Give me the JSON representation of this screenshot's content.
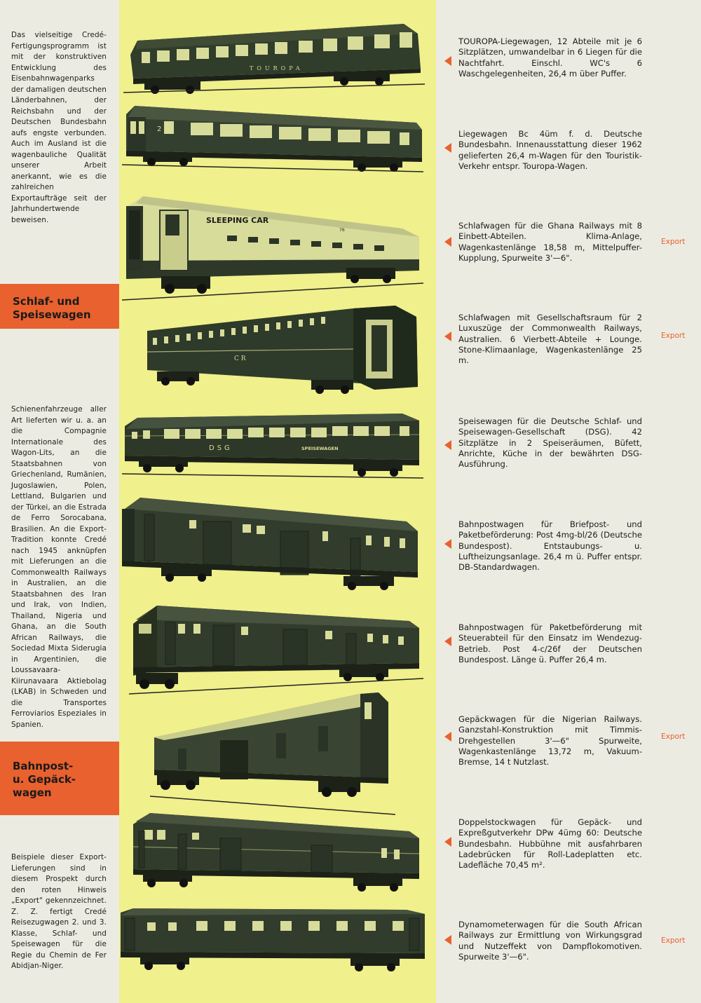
{
  "intro_text": "Das vielseitige Credé-Fertigungsprogramm ist mit der konstruktiven Entwicklung des Eisenbahnwagenparks der damaligen deutschen Länderbahnen, der Reichsbahn und der Deutschen Bundesbahn aufs engste verbunden. Auch im Ausland ist die wagenbauliche Qualität unserer Arbeit anerkannt, wie es die zahlreichen Exportaufträge seit der Jahrhundertwende beweisen.",
  "section1": {
    "line1": "Schlaf- und",
    "line2": "Speisewagen"
  },
  "clients_text": "Schienenfahrzeuge aller Art lieferten wir u. a. an die Compagnie Internationale des Wagon-Lits, an die Staatsbahnen von Griechenland, Rumänien, Jugoslawien, Polen, Lettland, Bulgarien und der Türkei, an die Estrada de Ferro Sorocabana, Brasilien. An die Export-Tradition konnte Credé nach 1945 anknüpfen mit Lieferungen an die Commonwealth Railways in Australien, an die Staatsbahnen des Iran und Irak, von Indien, Thailand, Nigeria und Ghana, an die South African Railways, die Sociedad Mixta Siderugia in Argentinien, die Loussavaara-Kiirunavaara Aktiebolag (LKAB) in Schweden und die Transportes Ferroviarios Espeziales in Spanien.",
  "section2": {
    "line1": "Bahnpost-",
    "line2": "u. Gepäck-",
    "line3": "wagen"
  },
  "examples_text": "Beispiele dieser Export-Lieferungen sind in diesem Prospekt durch den roten Hinweis „Export\" gekennzeichnet. Z. Z. fertigt Credé Reisezugwagen 2. und 3. Klasse, Schlaf- und Speisewagen für die Regie du Chemin de Fer Abidjan-Niger.",
  "export_label": "Export",
  "entries": [
    {
      "text": "TOUROPA-Liegewagen, 12 Abteile mit je 6 Sitzplätzen, umwandelbar in 6 Liegen für die Nachtfahrt. Einschl. WC's 6 Waschgelegenheiten, 26,4 m über Puffer.",
      "export": false
    },
    {
      "text": "Liegewagen Bc 4üm f. d. Deutsche Bundesbahn. Innenausstattung dieser 1962 gelieferten 26,4 m-Wagen für den Touristik-Verkehr entspr. Touropa-Wagen.",
      "export": false
    },
    {
      "text": "Schlafwagen für die Ghana Railways mit 8 Einbett-Abteilen. Klima-Anlage, Wagenkastenlänge 18,58 m, Mittelpuffer-Kupplung, Spurweite 3'—6\".",
      "export": true
    },
    {
      "text": "Schlafwagen mit Gesellschaftsraum für 2 Luxuszüge der Commonwealth Railways, Australien. 6 Vierbett-Abteile + Lounge. Stone-Klimaanlage, Wagenkastenlänge 25 m.",
      "export": true
    },
    {
      "text": "Speisewagen für die Deutsche Schlaf- und Speisewagen-Gesellschaft (DSG). 42 Sitzplätze in 2 Speiseräumen, Büfett, Anrichte, Küche in der bewährten DSG-Ausführung.",
      "export": false
    },
    {
      "text": "Bahnpostwagen für Briefpost- und Paketbeförderung: Post 4mg-bl/26 (Deutsche Bundespost). Entstaubungs- u. Luftheizungsanlage. 26,4 m ü. Puffer entspr. DB-Standardwagen.",
      "export": false
    },
    {
      "text": "Bahnpostwagen für Paketbeförderung mit Steuerabteil für den Einsatz im Wendezug-Betrieb. Post 4-c/26f der Deutschen Bundespost. Länge ü. Puffer 26,4 m.",
      "export": false
    },
    {
      "text": "Gepäckwagen für die Nigerian Railways. Ganzstahl-Konstruktion mit Timmis-Drehgestellen 3'—6\" Spurweite, Wagenkastenlänge 13,72 m, Vakuum-Bremse, 14 t Nutzlast.",
      "export": true
    },
    {
      "text": "Doppelstockwagen für Gepäck- und Expreßgutverkehr DPw 4ümg 60: Deutsche Bundesbahn. Hubbühne mit ausfahrbaren Ladebrücken für Roll-Ladeplatten etc. Ladefläche 70,45 m².",
      "export": false
    },
    {
      "text": "Dynamometerwagen für die South African Railways zur Ermittlung von Wirkungsgrad und Nutzeffekt von Dampflokomotiven. Spurweite 3'—6\".",
      "export": true
    }
  ],
  "car_lettering": {
    "touropa": "TOUROPA",
    "sleeping_car": "SLEEPING CAR",
    "sleeping_car_number": "76",
    "car_number_2": "2",
    "cr": "C  R",
    "dsg": "DSG",
    "speisewagen": "SPEISEWAGEN"
  },
  "colors": {
    "orange": "#e8612e",
    "yellow": "#f0f08c",
    "paper": "#ecebe2"
  }
}
